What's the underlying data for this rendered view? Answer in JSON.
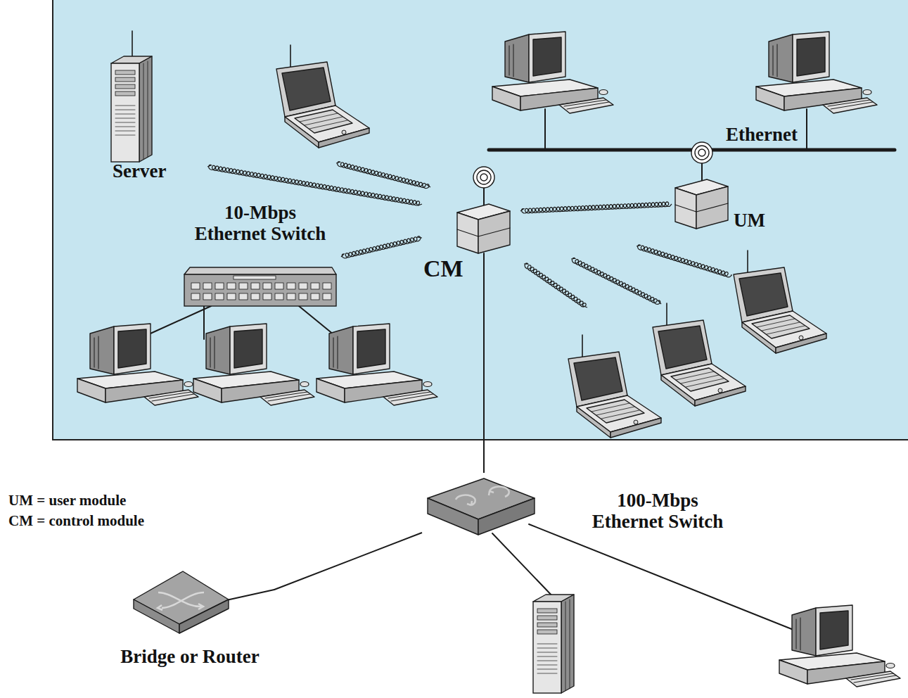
{
  "diagram": {
    "nodes": [
      {
        "text": [
          "Server"
        ]
      },
      {
        "text": [
          "10-Mbps Ethernet Switch"
        ]
      },
      {
        "text": [
          "CM"
        ]
      },
      {
        "text": [
          "UM"
        ]
      },
      {
        "text": [
          "100-Mbps Ethernet Switch"
        ]
      },
      {
        "text": [
          "Bridge or Router"
        ]
      }
    ],
    "edges": [
      {
        "from": 0,
        "to": 2,
        "arrow": "none"
      },
      {
        "from": 1,
        "to": 2,
        "arrow": "none"
      },
      {
        "from": 2,
        "to": 3,
        "arrow": "none"
      },
      {
        "from": 2,
        "to": 4,
        "arrow": "none"
      },
      {
        "from": 4,
        "to": 5,
        "arrow": "none"
      }
    ],
    "labels": [
      "Ethernet",
      "UM = user module",
      "CM = control module"
    ]
  }
}
